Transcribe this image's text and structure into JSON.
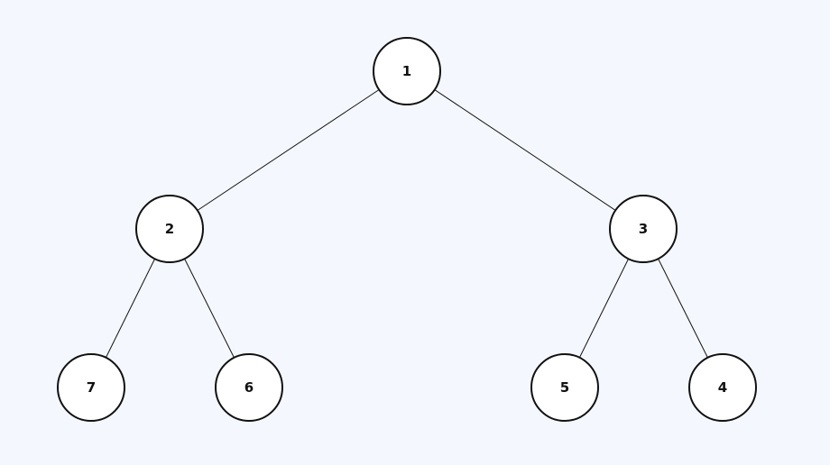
{
  "tree": {
    "nodes": [
      {
        "id": "n1",
        "label": "1"
      },
      {
        "id": "n2",
        "label": "2"
      },
      {
        "id": "n3",
        "label": "3"
      },
      {
        "id": "n7",
        "label": "7"
      },
      {
        "id": "n6",
        "label": "6"
      },
      {
        "id": "n5",
        "label": "5"
      },
      {
        "id": "n4",
        "label": "4"
      }
    ],
    "edges": [
      {
        "from": "n1",
        "to": "n2"
      },
      {
        "from": "n1",
        "to": "n3"
      },
      {
        "from": "n2",
        "to": "n7"
      },
      {
        "from": "n2",
        "to": "n6"
      },
      {
        "from": "n3",
        "to": "n5"
      },
      {
        "from": "n3",
        "to": "n4"
      }
    ]
  }
}
